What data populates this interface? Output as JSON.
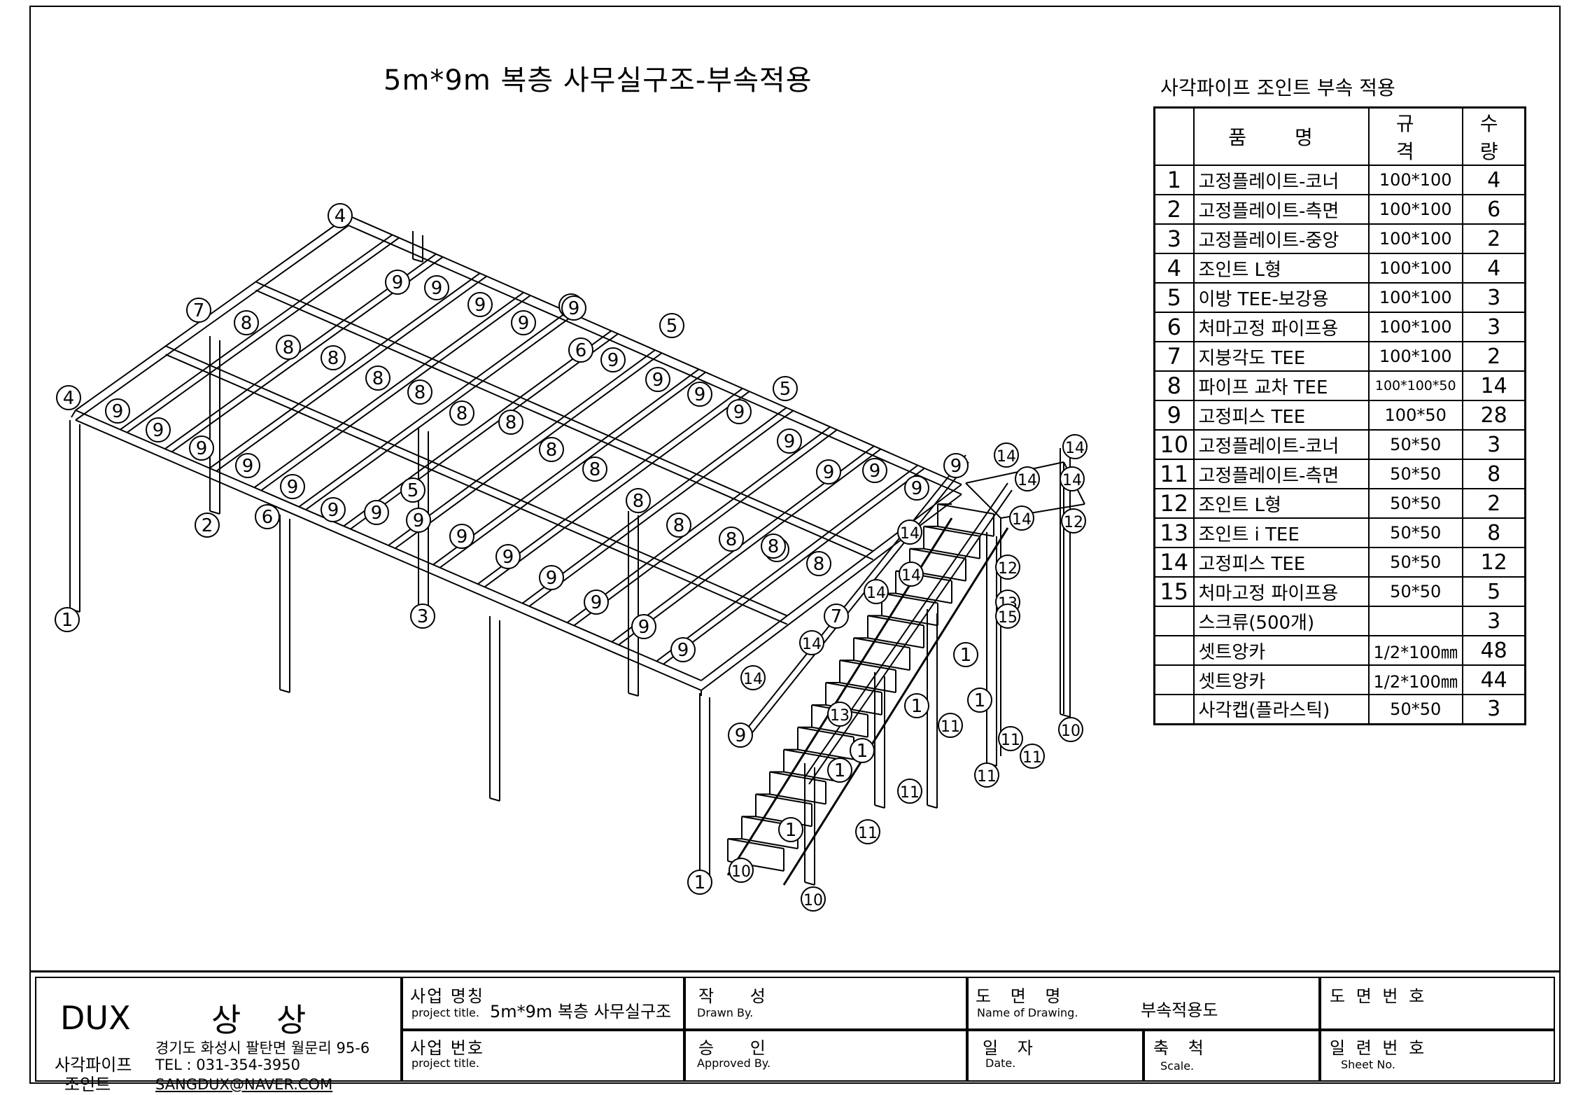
{
  "drawing": {
    "title": "5m*9m 복층 사무실구조-부속적용",
    "callout_numbers": [
      "1",
      "2",
      "3",
      "4",
      "5",
      "6",
      "7",
      "8",
      "9",
      "10",
      "11",
      "12",
      "13",
      "14",
      "15"
    ]
  },
  "bom": {
    "title": "사각파이프 조인트 부속 적용",
    "headers": [
      "",
      "품 명",
      "규 격",
      "수 량"
    ],
    "rows": [
      {
        "no": "1",
        "name": "고정플레이트-코너",
        "spec": "100*100",
        "qty": "4"
      },
      {
        "no": "2",
        "name": "고정플레이트-측면",
        "spec": "100*100",
        "qty": "6"
      },
      {
        "no": "3",
        "name": "고정플레이트-중앙",
        "spec": "100*100",
        "qty": "2"
      },
      {
        "no": "4",
        "name": "조인트 L형",
        "spec": "100*100",
        "qty": "4"
      },
      {
        "no": "5",
        "name": "이방 TEE-보강용",
        "spec": "100*100",
        "qty": "3"
      },
      {
        "no": "6",
        "name": "처마고정 파이프용",
        "spec": "100*100",
        "qty": "3"
      },
      {
        "no": "7",
        "name": "지붕각도 TEE",
        "spec": "100*100",
        "qty": "2"
      },
      {
        "no": "8",
        "name": "파이프 교차 TEE",
        "spec": "100*100*50",
        "qty": "14"
      },
      {
        "no": "9",
        "name": "고정피스 TEE",
        "spec": "100*50",
        "qty": "28"
      },
      {
        "no": "10",
        "name": "고정플레이트-코너",
        "spec": "50*50",
        "qty": "3"
      },
      {
        "no": "11",
        "name": "고정플레이트-측면",
        "spec": "50*50",
        "qty": "8"
      },
      {
        "no": "12",
        "name": "조인트 L형",
        "spec": "50*50",
        "qty": "2"
      },
      {
        "no": "13",
        "name": "조인트 i TEE",
        "spec": "50*50",
        "qty": "8"
      },
      {
        "no": "14",
        "name": "고정피스 TEE",
        "spec": "50*50",
        "qty": "12"
      },
      {
        "no": "15",
        "name": "처마고정 파이프용",
        "spec": "50*50",
        "qty": "5"
      },
      {
        "no": "",
        "name": "스크류(500개)",
        "spec": "",
        "qty": "3"
      },
      {
        "no": "",
        "name": "셋트앙카",
        "spec": "1/2*100㎜",
        "qty": "48"
      },
      {
        "no": "",
        "name": "셋트앙카",
        "spec": "1/2*100㎜",
        "qty": "44"
      },
      {
        "no": "",
        "name": "사각캡(플라스틱)",
        "spec": "50*50",
        "qty": "3"
      }
    ]
  },
  "title_block": {
    "brand": "DUX",
    "brand_name": "상 상",
    "company_line1": "사각파이프",
    "company_line2": "조인트",
    "address": "경기도 화성시 팔탄면 월문리 95-6",
    "tel": "TEL : 031-354-3950",
    "email": "SANGDUX@NAVER.COM",
    "project_name_label": "사업 명칭",
    "project_name_sub": "project title.",
    "project_name_value": "5m*9m 복층 사무실구조",
    "project_no_label": "사업 번호",
    "project_no_sub": "project title.",
    "drawn_label": "작 성",
    "drawn_sub": "Drawn By.",
    "approved_label": "승 인",
    "approved_sub": "Approved By.",
    "drawing_name_label": "도 면 명",
    "drawing_name_sub": "Name of Drawing.",
    "drawing_name_value": "부속적용도",
    "date_label": "일 자",
    "date_sub": "Date.",
    "scale_label": "축 척",
    "scale_sub": "Scale.",
    "drawing_no_label": "도 면 번 호",
    "sheet_label": "일 련 번 호",
    "sheet_sub": "Sheet No."
  }
}
